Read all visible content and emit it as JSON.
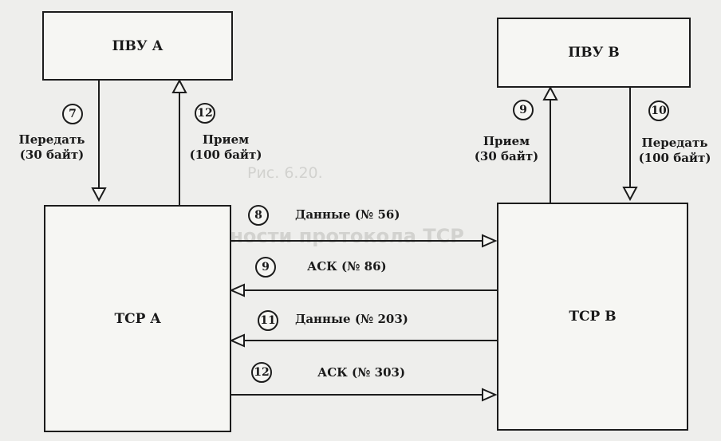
{
  "nodes": {
    "pvu_a": "ПВУ А",
    "pvu_b": "ПВУ В",
    "tcp_a": "TCP A",
    "tcp_b": "TCP B"
  },
  "left_links": {
    "send": {
      "step": "7",
      "line1": "Передать",
      "line2": "(30 байт)"
    },
    "receive": {
      "step": "12",
      "line1": "Прием",
      "line2": "(100 байт)"
    }
  },
  "right_links": {
    "receive": {
      "step": "9",
      "line1": "Прием",
      "line2": "(30 байт)"
    },
    "send": {
      "step": "10",
      "line1": "Передать",
      "line2": "(100 байт)"
    }
  },
  "messages": [
    {
      "step": "8",
      "label": "Данные (№ 56)",
      "direction": "A-to-B"
    },
    {
      "step": "9",
      "label": "АСК (№ 86)",
      "direction": "B-to-A"
    },
    {
      "step": "11",
      "label": "Данные (№ 203)",
      "direction": "B-to-A"
    },
    {
      "step": "12",
      "label": "АСК (№ 303)",
      "direction": "A-to-B"
    }
  ],
  "background_bleed": {
    "caption": "Рис. 6.20.",
    "heading": "собенности протокола TCP"
  }
}
